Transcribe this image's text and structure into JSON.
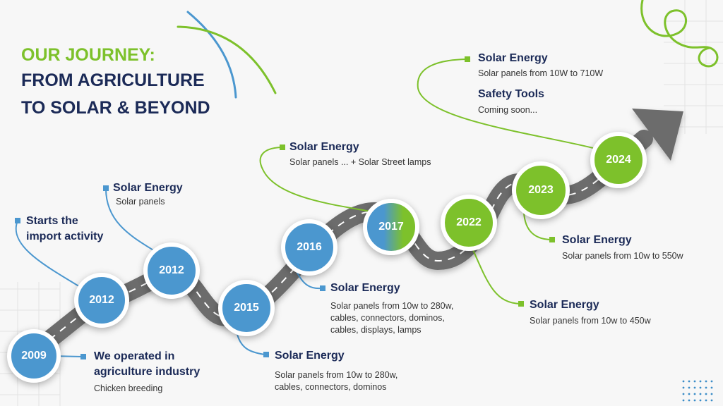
{
  "title": {
    "line1": "OUR JOURNEY:",
    "line2": "FROM AGRICULTURE",
    "line3": "TO SOLAR & BEYOND"
  },
  "colors": {
    "title_green": "#7dc12b",
    "title_navy": "#1b2a57",
    "blue": "#4b97cf",
    "green": "#7dc12b",
    "road": "#6c6c6c",
    "road_dash": "#ffffff",
    "heading": "#1b2a57",
    "text": "#333333"
  },
  "milestones": [
    {
      "year": "2009",
      "heading": "We operated in\nagriculture industry",
      "detail": "Chicken breeding",
      "color": "blue"
    },
    {
      "year": "2012",
      "heading": "Starts the\nimport activity",
      "detail": "",
      "color": "blue"
    },
    {
      "year": "2012",
      "heading": "Solar Energy",
      "detail": "Solar panels",
      "color": "blue"
    },
    {
      "year": "2015",
      "heading": "Solar Energy",
      "detail": "Solar panels from 10w to 280w,\ncables, connectors, dominos",
      "color": "blue"
    },
    {
      "year": "2016",
      "heading": "Solar Energy",
      "detail": "Solar panels from 10w to 280w,\ncables, connectors, dominos,\ncables, displays, lamps",
      "color": "blue"
    },
    {
      "year": "2017",
      "heading": "Solar Energy",
      "detail": "Solar panels ... + Solar Street lamps",
      "color": "blue-green"
    },
    {
      "year": "2022",
      "heading": "Solar Energy",
      "detail": "Solar panels from 10w to 450w",
      "color": "green"
    },
    {
      "year": "2023",
      "heading": "Solar Energy",
      "detail": "Solar panels from 10w to 550w",
      "color": "green"
    },
    {
      "year": "2024",
      "heading": "Solar Energy",
      "detail": "Solar panels from 10W to 710W",
      "heading2": "Safety Tools",
      "detail2": "Coming soon...",
      "color": "green"
    }
  ]
}
